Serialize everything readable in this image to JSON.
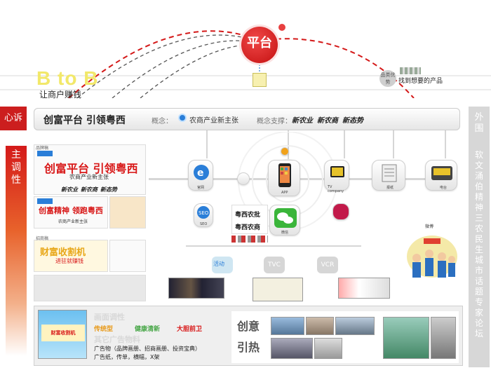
{
  "header": {
    "b2b": "B to B",
    "b2b_sub": "让商户赚钱",
    "platform": "平台",
    "category_circle": "品类优势",
    "category_text": "找到想要的产品"
  },
  "demand": {
    "label": "心诉求"
  },
  "topbar": {
    "title": "创富平台  引领粤西",
    "concept_label": "概念：",
    "concept_value": "农商产业新主张",
    "support_label": "概念支撑：",
    "support_items": [
      "新农业",
      "新农商",
      "新态势"
    ]
  },
  "tone": {
    "label": "主调性"
  },
  "print_panels": {
    "panel1_label": "品牌稿",
    "panel1_title": "创富平台  引领粤西",
    "panel1_sub": "农商产业新主张",
    "panel1_items": [
      "新农业",
      "新农商",
      "新态势"
    ],
    "panel2_title": "创富精神  领跑粤西",
    "panel2_sub": "农商产业新主张",
    "panel3_label": "招商稿",
    "panel3_title": "财富收割机",
    "panel3_sub": "进驻就赚钱"
  },
  "channels": {
    "ie_label": "官网",
    "seo_label": "SEO",
    "phone_label": "APP",
    "wechat_label": "微信",
    "tv_label": "TV company",
    "paper_label": "报纸",
    "radio_label": "电台",
    "weibo_label": "微博",
    "nm_top": "粤西农批",
    "nm_bottom": "粤西农商"
  },
  "media": {
    "tvc": "TVC",
    "vcr": "VCR",
    "event_label": "活动"
  },
  "right_bar": {
    "title": "外围",
    "text": "软文涌伯精神三农民生城市话题专家论坛"
  },
  "bottom": {
    "tone_title": "画面调性",
    "tone_items": [
      "传统型",
      "健康清新",
      "大胆前卫"
    ],
    "ads_title": "其它广告物料",
    "ads_line1": "广告物（品牌画册、招商画册、投资宝典）",
    "ads_line2": "广告纸，传单，横幅，X架",
    "billboard_text": "财富收割机",
    "creative_1": "创意",
    "creative_2": "引热"
  },
  "colors": {
    "brand_red": "#cc1e1e",
    "accent_yellow": "#f2e86a",
    "gray": "#d7d7d7"
  }
}
